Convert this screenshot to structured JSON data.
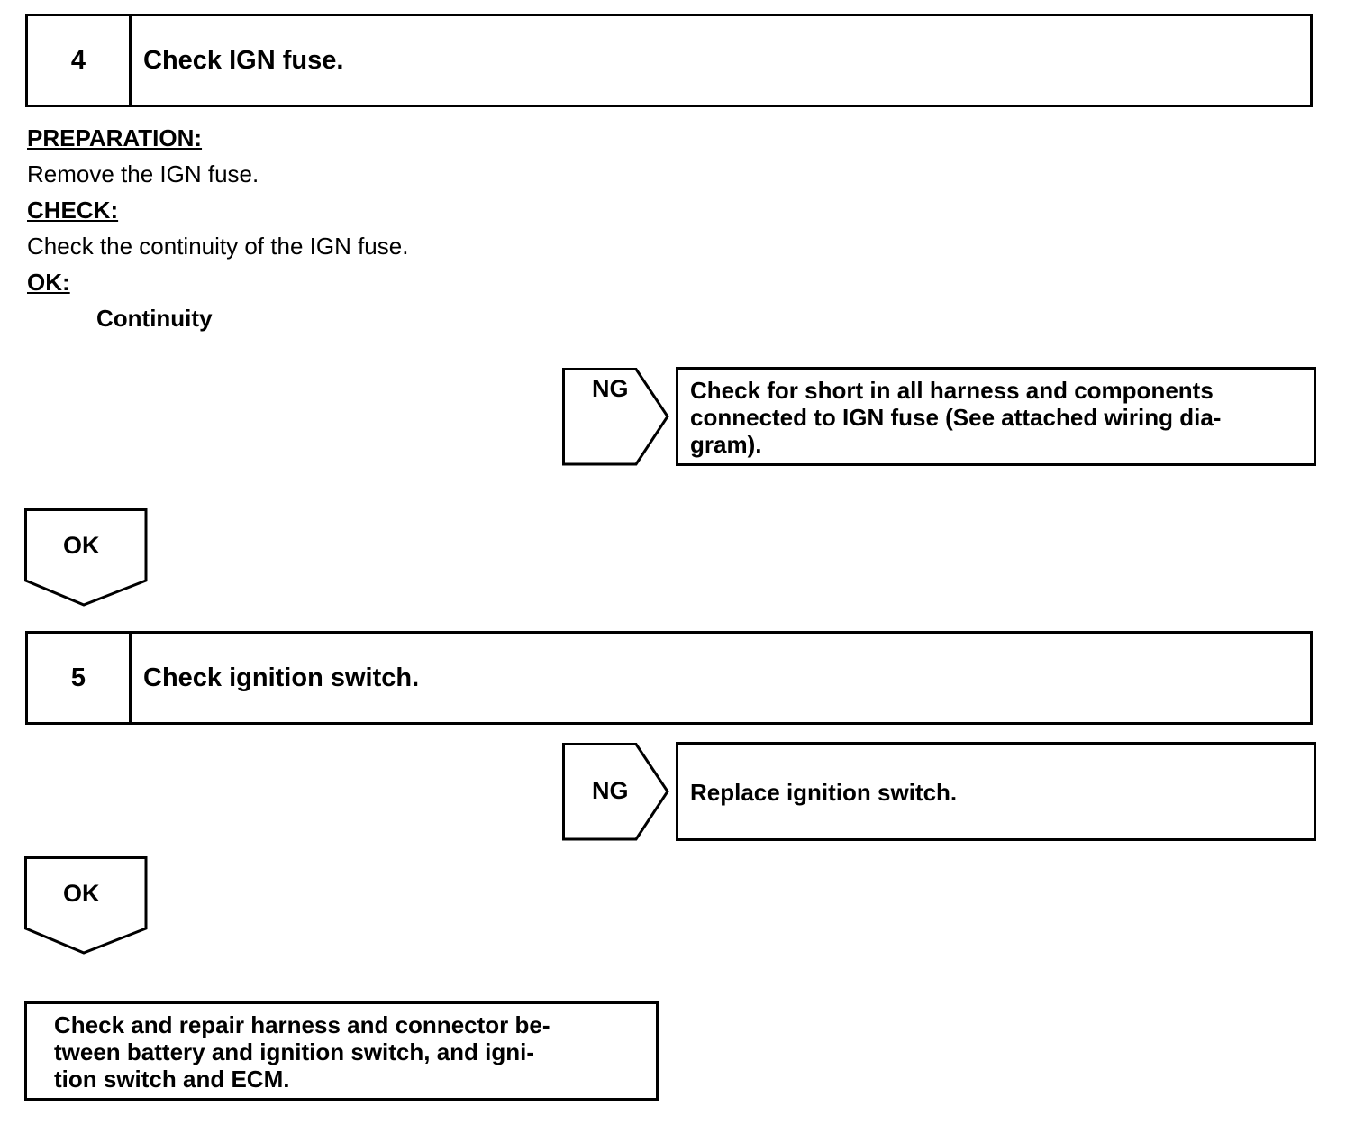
{
  "step4": {
    "number": "4",
    "title": "Check IGN fuse.",
    "preparation_label": "PREPARATION:",
    "preparation_text": "Remove the IGN fuse.",
    "check_label": "CHECK:",
    "check_text": "Check the continuity of the IGN fuse.",
    "ok_label": "OK:",
    "ok_value": "Continuity",
    "ng_label": "NG",
    "ng_action": "Check for short in all harness and components connected to IGN fuse (See attached wiring diagram).",
    "ng_action_lines": [
      "Check for short in all harness and components",
      "connected to IGN fuse (See attached wiring dia-",
      "gram)."
    ],
    "ok_arrow_label": "OK"
  },
  "step5": {
    "number": "5",
    "title": "Check ignition switch.",
    "ng_label": "NG",
    "ng_action": "Replace ignition switch.",
    "ok_arrow_label": "OK"
  },
  "final_action_lines": [
    "Check and repair harness and connector be-",
    "tween battery and ignition switch, and igni-",
    "tion switch and ECM."
  ]
}
